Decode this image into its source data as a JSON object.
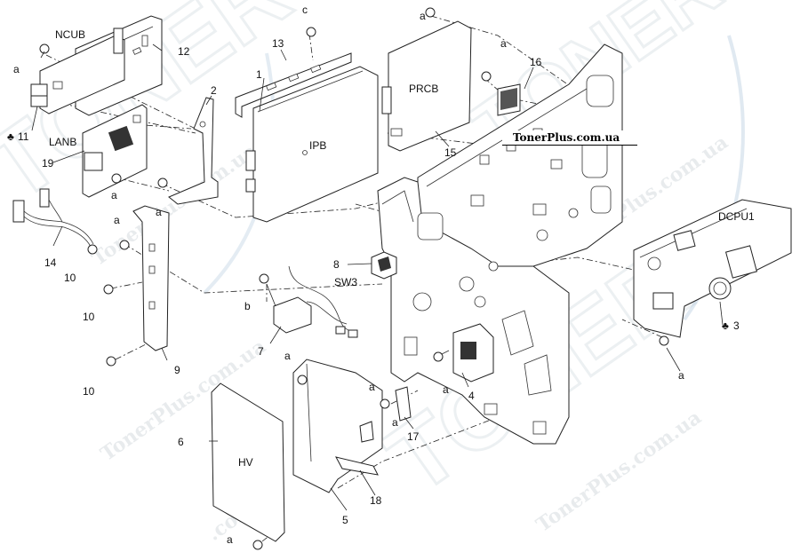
{
  "site_banner": "TonerPlus.com.ua",
  "watermarks": {
    "brand": "TONER",
    "url": "TonerPlus.com.ua",
    "url_short": "TonerPlus.com.ua",
    "url_tail": ".com.ua"
  },
  "labels": {
    "p1": "1",
    "p2": "2",
    "p3": "3",
    "p4": "4",
    "p5": "5",
    "p6": "6",
    "p7": "7",
    "p8": "8",
    "p9": "9",
    "p10a": "10",
    "p10b": "10",
    "p10c": "10",
    "p11": "11",
    "p12": "12",
    "p13": "13",
    "p14": "14",
    "p15": "15",
    "p16": "16",
    "p17": "17",
    "p18": "18",
    "p19": "19",
    "ncub": "NCUB",
    "lanb": "LANB",
    "ipb": "IPB",
    "prcb": "PRCB",
    "sw3": "SW3",
    "dcpu1": "DCPU1",
    "hv": "HV",
    "screw_a": "a",
    "screw_b": "b",
    "screw_c": "c",
    "club": "♣"
  }
}
